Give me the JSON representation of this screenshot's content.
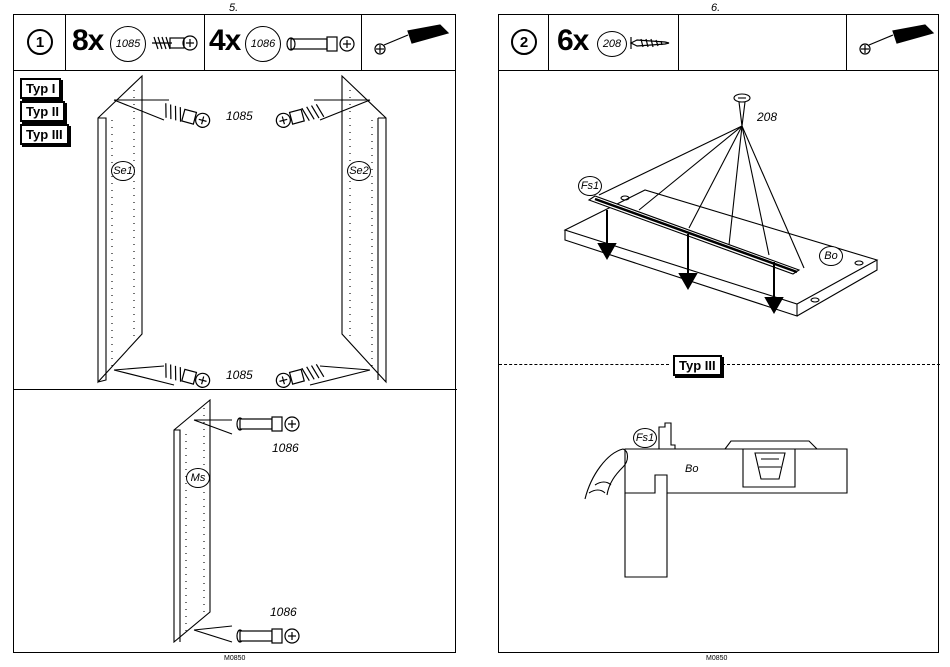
{
  "left_page": {
    "page_number": "5.",
    "header": {
      "step": "1",
      "qty_a": "8x",
      "part_a": "1085",
      "qty_b": "4x",
      "part_b": "1086",
      "tool": "screwdriver-icon"
    },
    "types": [
      "Typ I",
      "Typ II",
      "Typ III"
    ],
    "panel_labels": {
      "left_panel": "Se1",
      "right_panel": "Se2",
      "middle_panel": "Ms"
    },
    "fastener_labels": {
      "top": "1085",
      "bottom": "1085",
      "middle_top": "1086",
      "middle_bottom": "1086"
    },
    "footer_code": "M0850"
  },
  "right_page": {
    "page_number": "6.",
    "header": {
      "step": "2",
      "qty": "6x",
      "part": "208",
      "tool": "screwdriver-icon"
    },
    "labels": {
      "screw": "208",
      "rail": "Fs1",
      "board": "Bo",
      "detail_rail": "Fs1",
      "detail_board": "Bo"
    },
    "type_divider": "Typ III",
    "footer_code": "M0850"
  }
}
